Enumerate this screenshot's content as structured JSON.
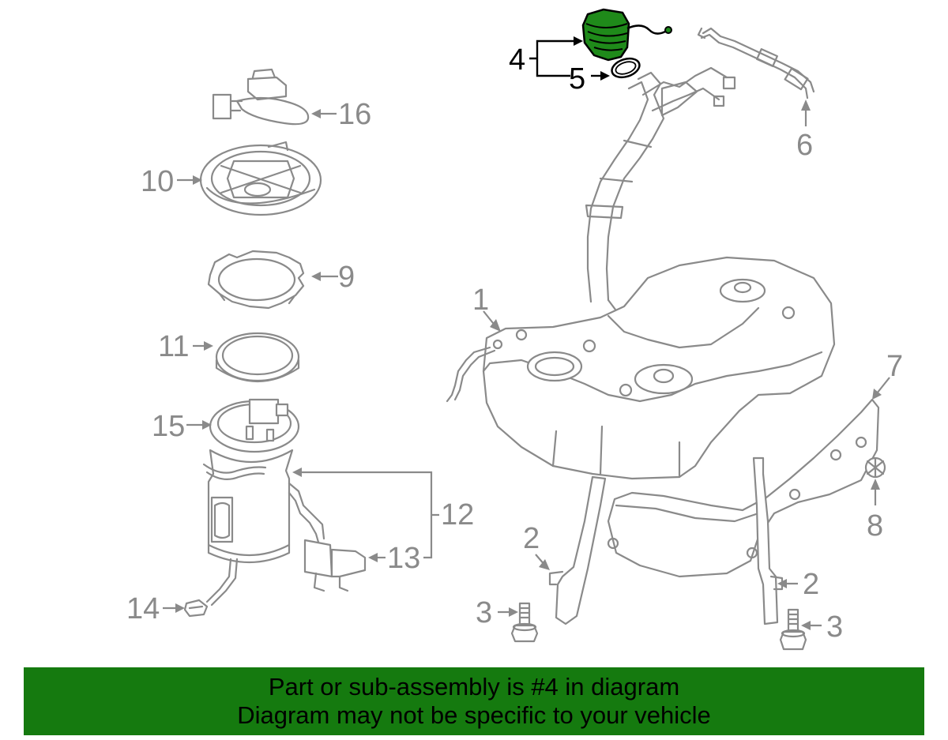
{
  "callouts": {
    "c1": "1",
    "c2a": "2",
    "c2b": "2",
    "c3a": "3",
    "c3b": "3",
    "c4": "4",
    "c5": "5",
    "c6": "6",
    "c7": "7",
    "c8": "8",
    "c9": "9",
    "c10": "10",
    "c11": "11",
    "c12": "12",
    "c13": "13",
    "c14": "14",
    "c15": "15",
    "c16": "16"
  },
  "highlighted_part": "4",
  "colors": {
    "banner": "#157a0f",
    "highlight": "#1f8a1a",
    "line_art": "#8a8a8a"
  },
  "banner": {
    "line1": "Part or sub-assembly is #4 in diagram",
    "line2": "Diagram may not be specific to your vehicle"
  }
}
